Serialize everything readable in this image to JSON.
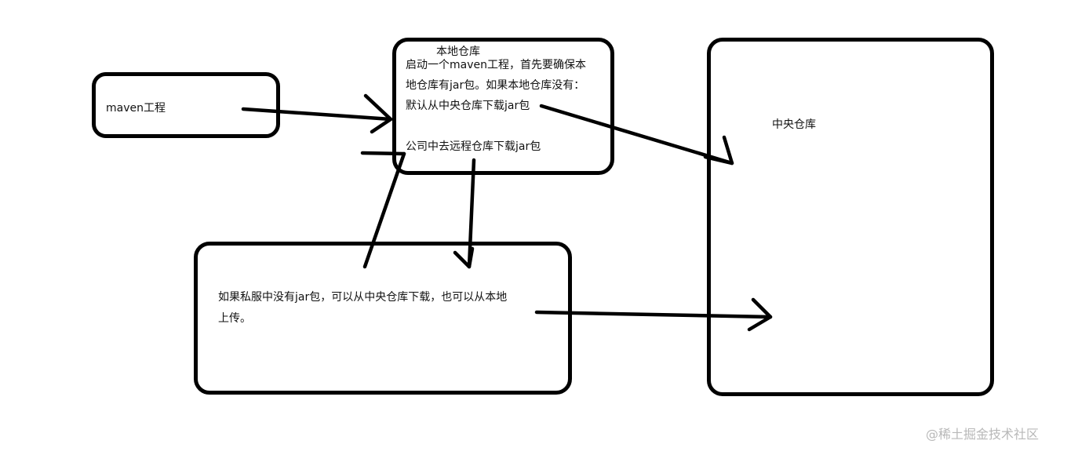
{
  "nodes": {
    "maven_project": {
      "label": "maven工程"
    },
    "local_repo": {
      "title": "本地仓库",
      "lines": [
        "启动一个maven工程，首先要确保本",
        "地仓库有jar包。如果本地仓库没有：",
        "默认从中央仓库下载jar包",
        "公司中去远程仓库下载jar包"
      ]
    },
    "central_repo": {
      "label": "中央仓库"
    },
    "private_server": {
      "lines": [
        "如果私服中没有jar包，可以从中央仓库下载，也可以从本地",
        "上传。"
      ]
    }
  },
  "edges": [
    {
      "from": "maven_project",
      "to": "local_repo"
    },
    {
      "from": "local_repo",
      "to": "central_repo"
    },
    {
      "from": "local_repo",
      "to": "private_server"
    },
    {
      "from": "private_server",
      "to": "local_repo"
    },
    {
      "from": "private_server",
      "to": "central_repo"
    }
  ],
  "watermark": "@稀土掘金技术社区"
}
